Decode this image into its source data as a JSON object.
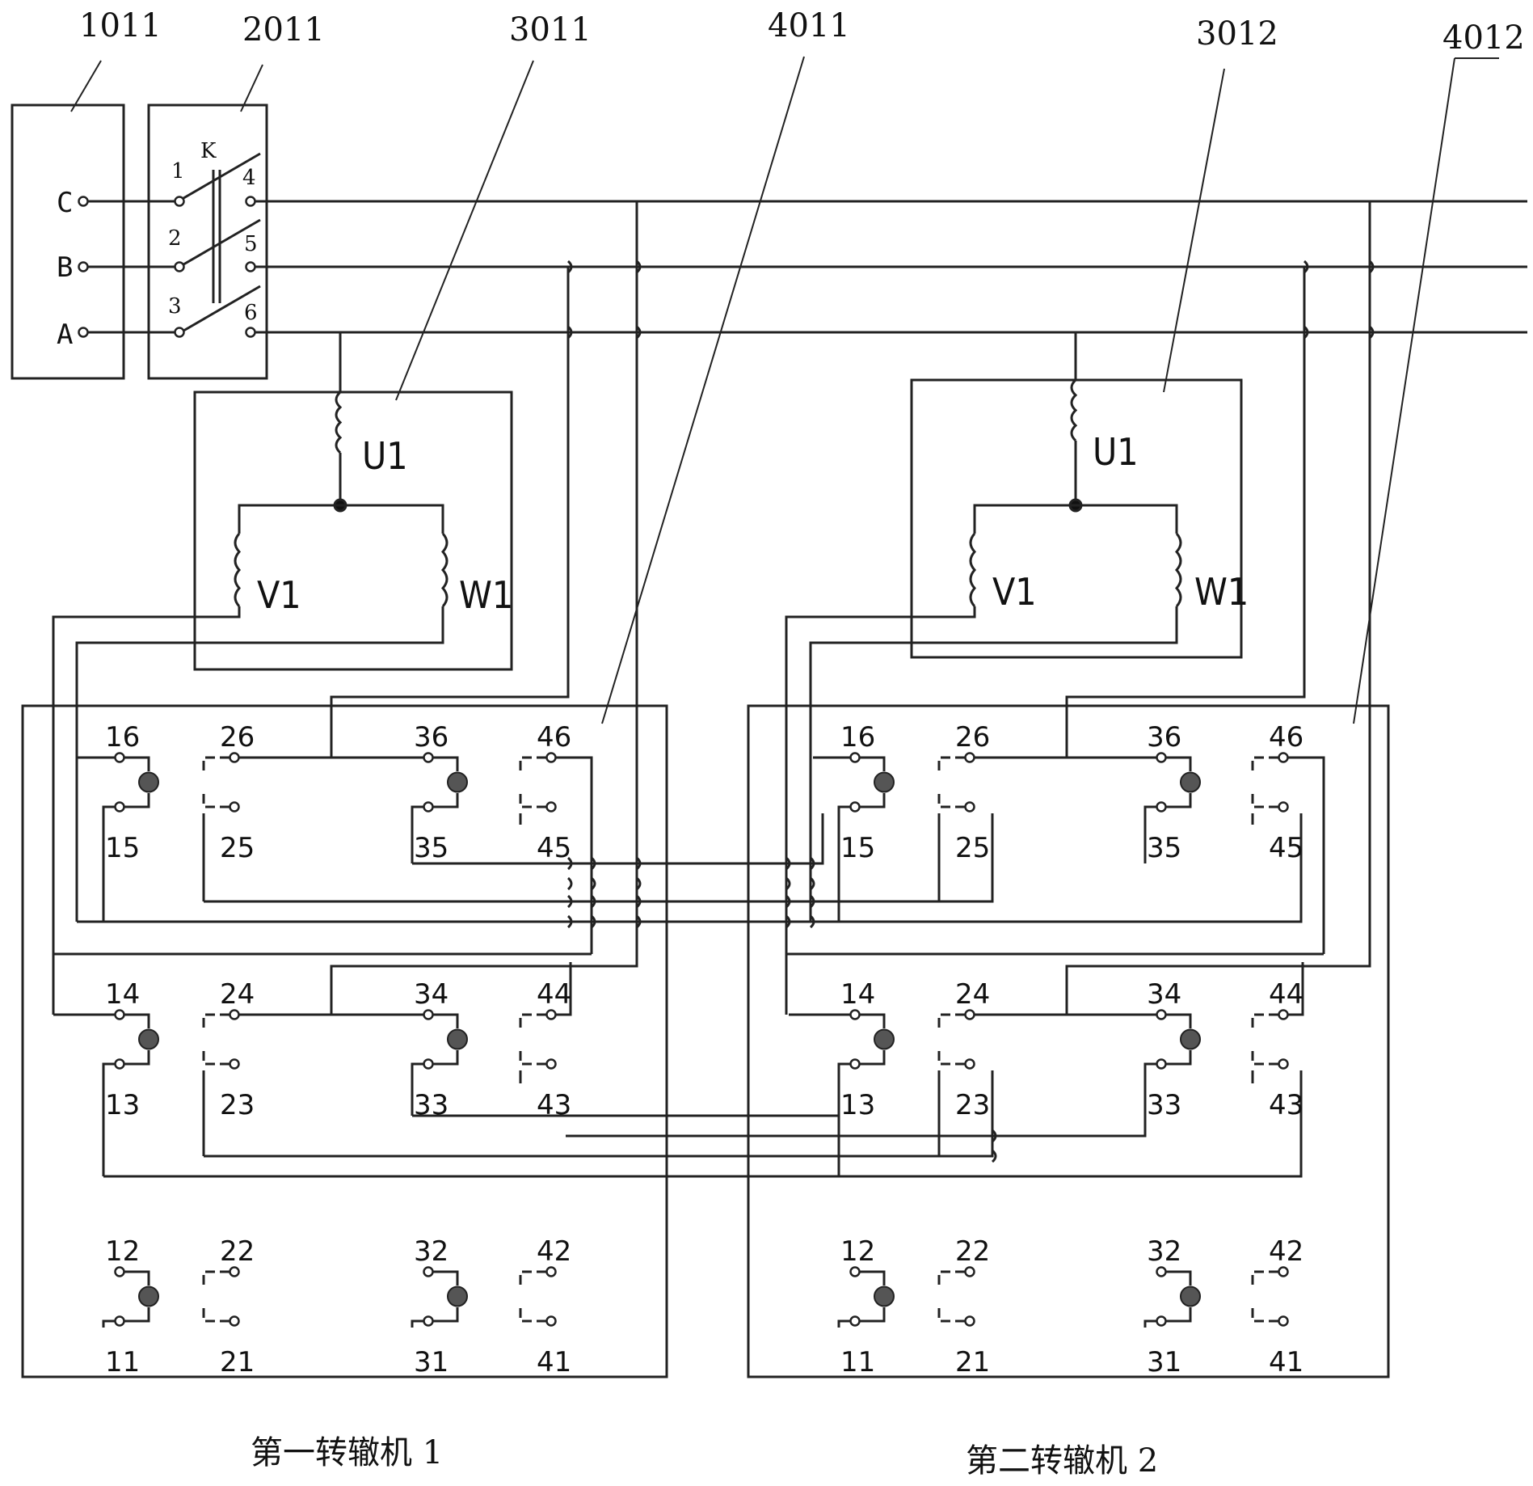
{
  "refs": {
    "power_source": "1011",
    "switch": "2011",
    "motor_1": "3011",
    "motor_2": "3012",
    "contactor_1": "4011",
    "contactor_2": "4012"
  },
  "phases": [
    "C",
    "B",
    "A"
  ],
  "switch_label": "K",
  "switch_terminals": [
    "1",
    "2",
    "3",
    "4",
    "5",
    "6"
  ],
  "windings": [
    "U1",
    "V1",
    "W1"
  ],
  "contact_groups": [
    {
      "top": "16",
      "bottom": "15",
      "type": "nc"
    },
    {
      "top": "26",
      "bottom": "25",
      "type": "no"
    },
    {
      "top": "36",
      "bottom": "35",
      "type": "nc"
    },
    {
      "top": "46",
      "bottom": "45",
      "type": "no"
    },
    {
      "top": "14",
      "bottom": "13",
      "type": "nc"
    },
    {
      "top": "24",
      "bottom": "23",
      "type": "no"
    },
    {
      "top": "34",
      "bottom": "33",
      "type": "nc"
    },
    {
      "top": "44",
      "bottom": "43",
      "type": "no"
    },
    {
      "top": "12",
      "bottom": "11",
      "type": "nc"
    },
    {
      "top": "22",
      "bottom": "21",
      "type": "no"
    },
    {
      "top": "32",
      "bottom": "31",
      "type": "nc"
    },
    {
      "top": "42",
      "bottom": "41",
      "type": "no"
    }
  ],
  "captions": [
    "第一转辙机 1",
    "第二转辙机 2"
  ]
}
